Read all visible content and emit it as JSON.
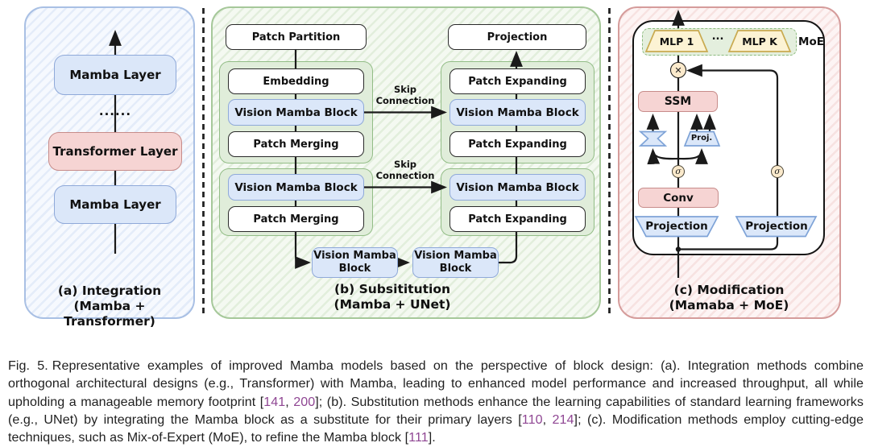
{
  "colors": {
    "blue-fill": "#dbe7f9",
    "blue-border": "#8fa9d9",
    "red-fill": "#f6d4d3",
    "red-border": "#c78c8a",
    "green-fill": "#e0edda",
    "green-border": "#93bd87",
    "panel-a-border": "#a9c0e4",
    "panel-a-bg": "#f6f9fe",
    "panel-a-stripe": "#e4ecf9",
    "panel-b-border": "#a6c89a",
    "panel-b-bg": "#f4f9f1",
    "panel-b-stripe": "#e2eedc",
    "panel-c-border": "#d59c9b",
    "panel-c-bg": "#fdf4f4",
    "panel-c-stripe": "#f7e2e1",
    "moe-fill": "#e4efde",
    "moe-border": "#8cba7e",
    "yellow-fill": "#fcf3d4",
    "yellow-border": "#c9aa50",
    "circle-fill": "#fbeacc",
    "line": "#1a1a1a",
    "cite": "#8f4693",
    "caption-text": "#1f1f1f"
  },
  "panels": {
    "a": {
      "layers": [
        "Mamba Layer",
        "Transformer Layer",
        "Mamba Layer"
      ],
      "dots": "......",
      "caption": [
        "(a) Integration",
        "(Mamba + Transformer)"
      ]
    },
    "b": {
      "skip": [
        "Skip",
        "Connection"
      ],
      "encoder": {
        "patch_partition": "Patch Partition",
        "embedding": "Embedding",
        "vmb1": "Vision Mamba Block",
        "merge1": "Patch Merging",
        "vmb2": "Vision Mamba Block",
        "merge2": "Patch Merging"
      },
      "decoder": {
        "projection": "Projection",
        "expand1": "Patch Expanding",
        "vmb1": "Vision Mamba Block",
        "expand2": "Patch Expanding",
        "vmb2": "Vision Mamba Block",
        "expand3": "Patch Expanding"
      },
      "bottleneck": [
        "Vision Mamba Block",
        "Vision Mamba Block"
      ],
      "caption": [
        "(b) Subsititution",
        "(Mamba + UNet)"
      ]
    },
    "c": {
      "mlp1": "MLP 1",
      "mlp_dots": "...",
      "mlpk": "MLP K",
      "moe_label": "MoE",
      "ssm": "SSM",
      "proj_small": "Proj.",
      "conv": "Conv",
      "projection_left": "Projection",
      "projection_right": "Projection",
      "sigma": "σ",
      "times": "✕",
      "caption": [
        "(c) Modification",
        "(Mamaba + MoE)"
      ]
    }
  },
  "caption": {
    "segments": [
      {
        "text": "Fig. 5.",
        "fig_label": true
      },
      {
        "text": "Representative examples of improved Mamba models based on the perspective of block design: (a). Integration methods combine orthogonal architectural designs (e.g., Transformer) with Mamba, leading to enhanced model performance and increased throughput, all while upholding a manageable memory footprint ["
      },
      {
        "text": "141",
        "cite": true
      },
      {
        "text": ", "
      },
      {
        "text": "200",
        "cite": true
      },
      {
        "text": "]; (b). Substitution methods enhance the learning capabilities of standard learning frameworks (e.g., UNet) by integrating the Mamba block as a substitute for their primary layers ["
      },
      {
        "text": "110",
        "cite": true
      },
      {
        "text": ", "
      },
      {
        "text": "214",
        "cite": true
      },
      {
        "text": "]; (c). Modification methods employ cutting-edge techniques, such as Mix-of-Expert (MoE), to refine the Mamba block ["
      },
      {
        "text": "111",
        "cite": true
      },
      {
        "text": "]."
      }
    ]
  }
}
